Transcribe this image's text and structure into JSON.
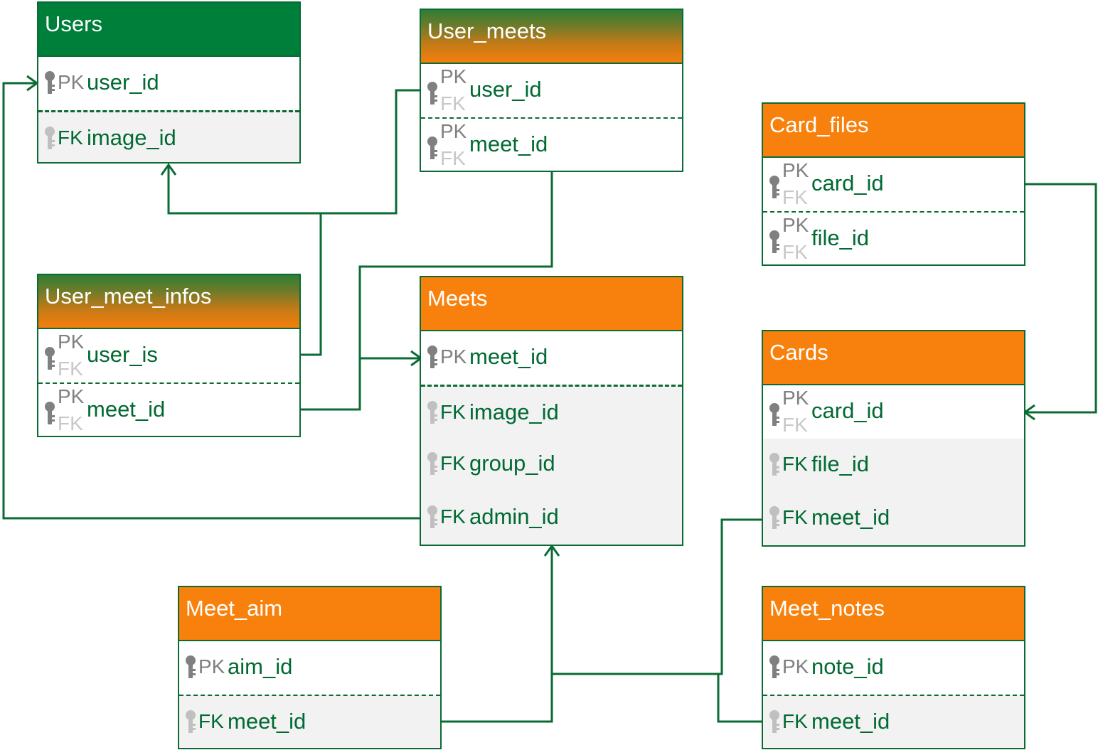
{
  "colors": {
    "line": "#0b6b34",
    "header_green": "#007f3a",
    "header_orange": "#f7810c",
    "field_text": "#006a32",
    "pk_gray": "#808080",
    "fk_light": "#c8c8c8"
  },
  "entities": {
    "users": {
      "title": "Users",
      "rows": [
        {
          "keys": "PK",
          "name": "user_id"
        },
        {
          "keys": "FK",
          "name": "image_id"
        }
      ]
    },
    "user_meets": {
      "title": "User_meets",
      "rows": [
        {
          "keys": "PK FK",
          "name": "user_id"
        },
        {
          "keys": "PK FK",
          "name": "meet_id"
        }
      ]
    },
    "card_files": {
      "title": "Card_files",
      "rows": [
        {
          "keys": "PK FK",
          "name": "card_id"
        },
        {
          "keys": "PK FK",
          "name": "file_id"
        }
      ]
    },
    "user_meet_infos": {
      "title": "User_meet_infos",
      "rows": [
        {
          "keys": "PK FK",
          "name": "user_is"
        },
        {
          "keys": "PK FK",
          "name": "meet_id"
        }
      ]
    },
    "meets": {
      "title": "Meets",
      "rows": [
        {
          "keys": "PK",
          "name": "meet_id"
        },
        {
          "keys": "FK",
          "name": "image_id"
        },
        {
          "keys": "FK",
          "name": "group_id"
        },
        {
          "keys": "FK",
          "name": "admin_id"
        }
      ]
    },
    "cards": {
      "title": "Cards",
      "rows": [
        {
          "keys": "PK FK",
          "name": "card_id"
        },
        {
          "keys": "FK",
          "name": "file_id"
        },
        {
          "keys": "FK",
          "name": "meet_id"
        }
      ]
    },
    "meet_aim": {
      "title": "Meet_aim",
      "rows": [
        {
          "keys": "PK",
          "name": "aim_id"
        },
        {
          "keys": "FK",
          "name": "meet_id"
        }
      ]
    },
    "meet_notes": {
      "title": "Meet_notes",
      "rows": [
        {
          "keys": "PK",
          "name": "note_id"
        },
        {
          "keys": "FK",
          "name": "meet_id"
        }
      ]
    }
  },
  "labels": {
    "pk": "PK",
    "fk": "FK"
  },
  "icons": {
    "primary_key": "key-icon-dark",
    "foreign_key": "key-icon-light"
  }
}
